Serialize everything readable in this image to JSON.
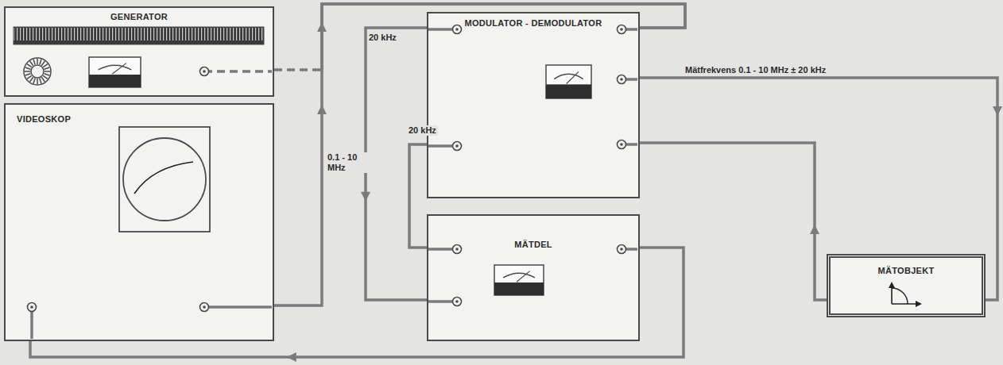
{
  "diagram": {
    "nodes": [
      {
        "text": [
          "GENERATOR"
        ]
      },
      {
        "text": [
          "VIDEOSKOP"
        ]
      },
      {
        "text": [
          "MODULATOR - DEMODULATOR"
        ]
      },
      {
        "text": [
          "MÄTDEL"
        ]
      },
      {
        "text": [
          "MÄTOBJEKT"
        ]
      }
    ],
    "edges": [
      {
        "from": 0,
        "to": 2,
        "arrow": "to",
        "label": "0.1 - 10 MHz"
      },
      {
        "from": 1,
        "to": 2,
        "arrow": "to"
      },
      {
        "from": 2,
        "to": 3,
        "arrow": "to",
        "label": "20 kHz"
      },
      {
        "from": 3,
        "to": 2,
        "arrow": "none",
        "label": "20 kHz"
      },
      {
        "from": 2,
        "to": 4,
        "arrow": "to",
        "label": "Mätfrekvens 0.1 - 10 MHz ± 20 kHz"
      },
      {
        "from": 4,
        "to": 2,
        "arrow": "to"
      },
      {
        "from": 3,
        "to": 1,
        "arrow": "to"
      }
    ]
  }
}
